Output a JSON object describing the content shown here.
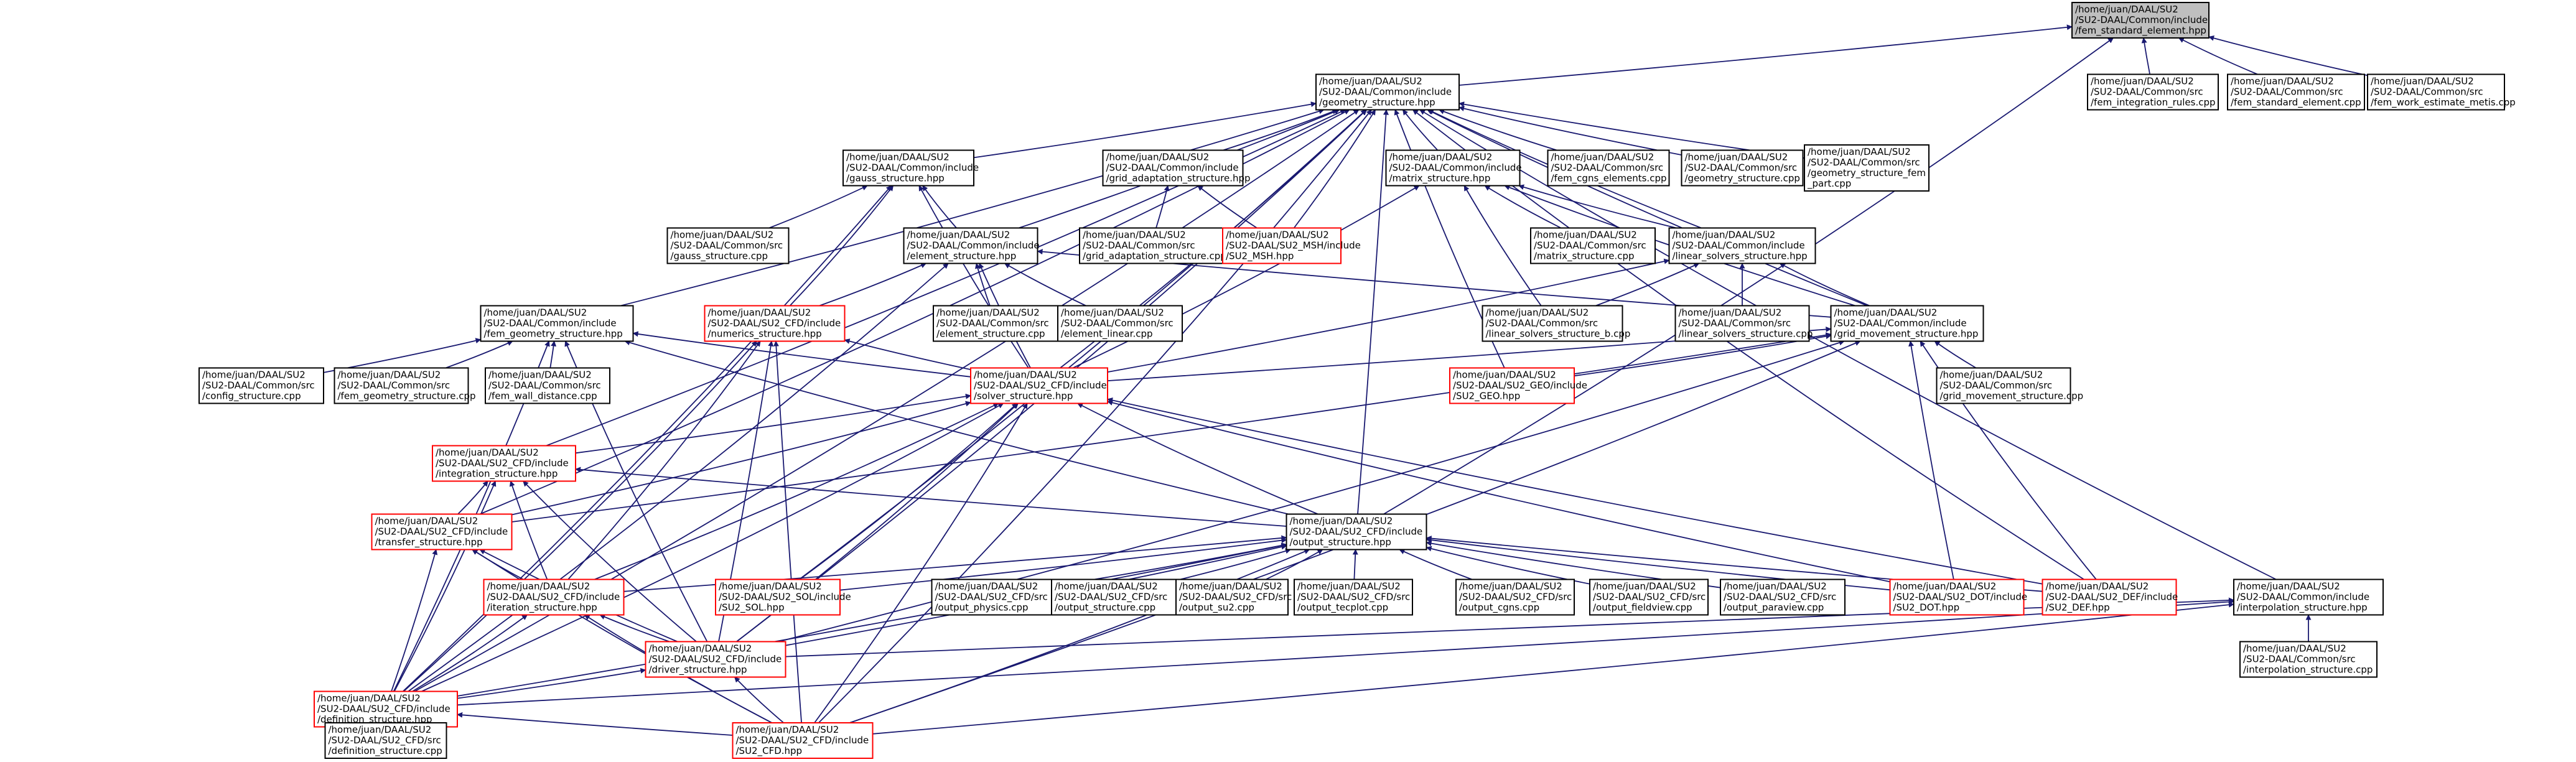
{
  "diagram": {
    "nodes": [
      {
        "id": "n0",
        "lines": [
          "/home/juan/DAAL/SU2",
          "/SU2-DAAL/Common/include",
          "/fem_standard_element.hpp"
        ],
        "root": true
      },
      {
        "id": "n1",
        "lines": [
          "/home/juan/DAAL/SU2",
          "/SU2-DAAL/Common/include",
          "/geometry_structure.hpp"
        ]
      },
      {
        "id": "n2",
        "lines": [
          "/home/juan/DAAL/SU2",
          "/SU2-DAAL/Common/src",
          "/fem_integration_rules.cpp"
        ]
      },
      {
        "id": "n3",
        "lines": [
          "/home/juan/DAAL/SU2",
          "/SU2-DAAL/Common/src",
          "/fem_standard_element.cpp"
        ]
      },
      {
        "id": "n4",
        "lines": [
          "/home/juan/DAAL/SU2",
          "/SU2-DAAL/Common/src",
          "/fem_work_estimate_metis.cpp"
        ]
      },
      {
        "id": "n5",
        "lines": [
          "/home/juan/DAAL/SU2",
          "/SU2-DAAL/Common/include",
          "/gauss_structure.hpp"
        ]
      },
      {
        "id": "n6",
        "lines": [
          "/home/juan/DAAL/SU2",
          "/SU2-DAAL/Common/include",
          "/grid_adaptation_structure.hpp"
        ]
      },
      {
        "id": "n7",
        "lines": [
          "/home/juan/DAAL/SU2",
          "/SU2-DAAL/Common/include",
          "/matrix_structure.hpp"
        ]
      },
      {
        "id": "n8",
        "lines": [
          "/home/juan/DAAL/SU2",
          "/SU2-DAAL/Common/src",
          "/fem_cgns_elements.cpp"
        ]
      },
      {
        "id": "n9",
        "lines": [
          "/home/juan/DAAL/SU2",
          "/SU2-DAAL/Common/src",
          "/geometry_structure.cpp"
        ]
      },
      {
        "id": "n10",
        "lines": [
          "/home/juan/DAAL/SU2",
          "/SU2-DAAL/Common/src",
          "/geometry_structure_fem",
          "_part.cpp"
        ]
      },
      {
        "id": "n11",
        "lines": [
          "/home/juan/DAAL/SU2",
          "/SU2-DAAL/Common/src",
          "/gauss_structure.cpp"
        ]
      },
      {
        "id": "n12",
        "lines": [
          "/home/juan/DAAL/SU2",
          "/SU2-DAAL/Common/include",
          "/element_structure.hpp"
        ]
      },
      {
        "id": "n13",
        "lines": [
          "/home/juan/DAAL/SU2",
          "/SU2-DAAL/Common/src",
          "/grid_adaptation_structure.cpp"
        ]
      },
      {
        "id": "n14",
        "lines": [
          "/home/juan/DAAL/SU2",
          "/SU2-DAAL/SU2_MSH/include",
          "/SU2_MSH.hpp"
        ],
        "red": true
      },
      {
        "id": "n15",
        "lines": [
          "/home/juan/DAAL/SU2",
          "/SU2-DAAL/Common/src",
          "/matrix_structure.cpp"
        ]
      },
      {
        "id": "n16",
        "lines": [
          "/home/juan/DAAL/SU2",
          "/SU2-DAAL/Common/include",
          "/linear_solvers_structure.hpp"
        ]
      },
      {
        "id": "n17",
        "lines": [
          "/home/juan/DAAL/SU2",
          "/SU2-DAAL/Common/include",
          "/fem_geometry_structure.hpp"
        ]
      },
      {
        "id": "n18",
        "lines": [
          "/home/juan/DAAL/SU2",
          "/SU2-DAAL/SU2_CFD/include",
          "/numerics_structure.hpp"
        ],
        "red": true
      },
      {
        "id": "n19",
        "lines": [
          "/home/juan/DAAL/SU2",
          "/SU2-DAAL/Common/src",
          "/element_structure.cpp"
        ]
      },
      {
        "id": "n20",
        "lines": [
          "/home/juan/DAAL/SU2",
          "/SU2-DAAL/Common/src",
          "/element_linear.cpp"
        ]
      },
      {
        "id": "n21",
        "lines": [
          "/home/juan/DAAL/SU2",
          "/SU2-DAAL/Common/src",
          "/linear_solvers_structure_b.cpp"
        ]
      },
      {
        "id": "n22",
        "lines": [
          "/home/juan/DAAL/SU2",
          "/SU2-DAAL/Common/src",
          "/linear_solvers_structure.cpp"
        ]
      },
      {
        "id": "n23",
        "lines": [
          "/home/juan/DAAL/SU2",
          "/SU2-DAAL/Common/include",
          "/grid_movement_structure.hpp"
        ]
      },
      {
        "id": "n24",
        "lines": [
          "/home/juan/DAAL/SU2",
          "/SU2-DAAL/Common/src",
          "/config_structure.cpp"
        ]
      },
      {
        "id": "n25",
        "lines": [
          "/home/juan/DAAL/SU2",
          "/SU2-DAAL/Common/src",
          "/fem_geometry_structure.cpp"
        ]
      },
      {
        "id": "n26",
        "lines": [
          "/home/juan/DAAL/SU2",
          "/SU2-DAAL/Common/src",
          "/fem_wall_distance.cpp"
        ]
      },
      {
        "id": "n27",
        "lines": [
          "/home/juan/DAAL/SU2",
          "/SU2-DAAL/SU2_CFD/include",
          "/solver_structure.hpp"
        ],
        "red": true
      },
      {
        "id": "n28",
        "lines": [
          "/home/juan/DAAL/SU2",
          "/SU2-DAAL/SU2_GEO/include",
          "/SU2_GEO.hpp"
        ],
        "red": true
      },
      {
        "id": "n29",
        "lines": [
          "/home/juan/DAAL/SU2",
          "/SU2-DAAL/Common/src",
          "/grid_movement_structure.cpp"
        ]
      },
      {
        "id": "n30",
        "lines": [
          "/home/juan/DAAL/SU2",
          "/SU2-DAAL/SU2_CFD/include",
          "/integration_structure.hpp"
        ],
        "red": true
      },
      {
        "id": "n31",
        "lines": [
          "/home/juan/DAAL/SU2",
          "/SU2-DAAL/SU2_CFD/include",
          "/transfer_structure.hpp"
        ],
        "red": true
      },
      {
        "id": "n32",
        "lines": [
          "/home/juan/DAAL/SU2",
          "/SU2-DAAL/SU2_CFD/include",
          "/output_structure.hpp"
        ]
      },
      {
        "id": "n33",
        "lines": [
          "/home/juan/DAAL/SU2",
          "/SU2-DAAL/SU2_CFD/include",
          "/iteration_structure.hpp"
        ],
        "red": true
      },
      {
        "id": "n34",
        "lines": [
          "/home/juan/DAAL/SU2",
          "/SU2-DAAL/SU2_SOL/include",
          "/SU2_SOL.hpp"
        ],
        "red": true
      },
      {
        "id": "n35",
        "lines": [
          "/home/juan/DAAL/SU2",
          "/SU2-DAAL/SU2_CFD/src",
          "/output_physics.cpp"
        ]
      },
      {
        "id": "n36",
        "lines": [
          "/home/juan/DAAL/SU2",
          "/SU2-DAAL/SU2_CFD/src",
          "/output_structure.cpp"
        ]
      },
      {
        "id": "n37",
        "lines": [
          "/home/juan/DAAL/SU2",
          "/SU2-DAAL/SU2_CFD/src",
          "/output_su2.cpp"
        ]
      },
      {
        "id": "n38",
        "lines": [
          "/home/juan/DAAL/SU2",
          "/SU2-DAAL/SU2_CFD/src",
          "/output_tecplot.cpp"
        ]
      },
      {
        "id": "n39",
        "lines": [
          "/home/juan/DAAL/SU2",
          "/SU2-DAAL/SU2_CFD/src",
          "/output_cgns.cpp"
        ]
      },
      {
        "id": "n40",
        "lines": [
          "/home/juan/DAAL/SU2",
          "/SU2-DAAL/SU2_CFD/src",
          "/output_fieldview.cpp"
        ]
      },
      {
        "id": "n41",
        "lines": [
          "/home/juan/DAAL/SU2",
          "/SU2-DAAL/SU2_CFD/src",
          "/output_paraview.cpp"
        ]
      },
      {
        "id": "n42",
        "lines": [
          "/home/juan/DAAL/SU2",
          "/SU2-DAAL/SU2_DOT/include",
          "/SU2_DOT.hpp"
        ],
        "red": true
      },
      {
        "id": "n43",
        "lines": [
          "/home/juan/DAAL/SU2",
          "/SU2-DAAL/SU2_DEF/include",
          "/SU2_DEF.hpp"
        ],
        "red": true
      },
      {
        "id": "n44",
        "lines": [
          "/home/juan/DAAL/SU2",
          "/SU2-DAAL/Common/include",
          "/interpolation_structure.hpp"
        ]
      },
      {
        "id": "n45",
        "lines": [
          "/home/juan/DAAL/SU2",
          "/SU2-DAAL/SU2_CFD/include",
          "/driver_structure.hpp"
        ],
        "red": true
      },
      {
        "id": "n46",
        "lines": [
          "/home/juan/DAAL/SU2",
          "/SU2-DAAL/Common/src",
          "/interpolation_structure.cpp"
        ]
      },
      {
        "id": "n47",
        "lines": [
          "/home/juan/DAAL/SU2",
          "/SU2-DAAL/SU2_CFD/include",
          "/definition_structure.hpp"
        ],
        "red": true
      },
      {
        "id": "n48",
        "lines": [
          "/home/juan/DAAL/SU2",
          "/SU2-DAAL/SU2_CFD/src",
          "/definition_structure.cpp"
        ]
      },
      {
        "id": "n49",
        "lines": [
          "/home/juan/DAAL/SU2",
          "/SU2-DAAL/SU2_CFD/include",
          "/SU2_CFD.hpp"
        ],
        "red": true
      }
    ],
    "edges": [
      [
        "n1",
        "n0"
      ],
      [
        "n2",
        "n0"
      ],
      [
        "n3",
        "n0"
      ],
      [
        "n4",
        "n0"
      ],
      [
        "n32",
        "n0"
      ],
      [
        "n5",
        "n1"
      ],
      [
        "n6",
        "n1"
      ],
      [
        "n7",
        "n1"
      ],
      [
        "n8",
        "n1"
      ],
      [
        "n9",
        "n1"
      ],
      [
        "n10",
        "n1"
      ],
      [
        "n12",
        "n1"
      ],
      [
        "n14",
        "n1"
      ],
      [
        "n16",
        "n1"
      ],
      [
        "n17",
        "n1"
      ],
      [
        "n23",
        "n1"
      ],
      [
        "n27",
        "n1"
      ],
      [
        "n28",
        "n1"
      ],
      [
        "n32",
        "n1"
      ],
      [
        "n31",
        "n1"
      ],
      [
        "n30",
        "n1"
      ],
      [
        "n44",
        "n1"
      ],
      [
        "n43",
        "n1"
      ],
      [
        "n47",
        "n1"
      ],
      [
        "n49",
        "n1"
      ],
      [
        "n45",
        "n1"
      ],
      [
        "n34",
        "n1"
      ],
      [
        "n11",
        "n5"
      ],
      [
        "n12",
        "n5"
      ],
      [
        "n18",
        "n5"
      ],
      [
        "n27",
        "n5"
      ],
      [
        "n47",
        "n5"
      ],
      [
        "n13",
        "n6"
      ],
      [
        "n14",
        "n6"
      ],
      [
        "n15",
        "n7"
      ],
      [
        "n16",
        "n7"
      ],
      [
        "n21",
        "n7"
      ],
      [
        "n23",
        "n7"
      ],
      [
        "n27",
        "n7"
      ],
      [
        "n18",
        "n12"
      ],
      [
        "n19",
        "n12"
      ],
      [
        "n20",
        "n12"
      ],
      [
        "n23",
        "n12"
      ],
      [
        "n27",
        "n12"
      ],
      [
        "n47",
        "n12"
      ],
      [
        "n21",
        "n16"
      ],
      [
        "n22",
        "n16"
      ],
      [
        "n23",
        "n16"
      ],
      [
        "n27",
        "n16"
      ],
      [
        "n24",
        "n17"
      ],
      [
        "n25",
        "n17"
      ],
      [
        "n26",
        "n17"
      ],
      [
        "n27",
        "n17"
      ],
      [
        "n32",
        "n17"
      ],
      [
        "n47",
        "n17"
      ],
      [
        "n45",
        "n17"
      ],
      [
        "n27",
        "n18"
      ],
      [
        "n33",
        "n18"
      ],
      [
        "n45",
        "n18"
      ],
      [
        "n47",
        "n18"
      ],
      [
        "n49",
        "n18"
      ],
      [
        "n27",
        "n23"
      ],
      [
        "n28",
        "n23"
      ],
      [
        "n29",
        "n23"
      ],
      [
        "n31",
        "n23"
      ],
      [
        "n42",
        "n23"
      ],
      [
        "n43",
        "n23"
      ],
      [
        "n45",
        "n23"
      ],
      [
        "n49",
        "n23"
      ],
      [
        "n30",
        "n27"
      ],
      [
        "n31",
        "n27"
      ],
      [
        "n32",
        "n27"
      ],
      [
        "n33",
        "n27"
      ],
      [
        "n34",
        "n27"
      ],
      [
        "n42",
        "n27"
      ],
      [
        "n43",
        "n27"
      ],
      [
        "n45",
        "n27"
      ],
      [
        "n47",
        "n27"
      ],
      [
        "n49",
        "n27"
      ],
      [
        "n31",
        "n30"
      ],
      [
        "n32",
        "n30"
      ],
      [
        "n33",
        "n30"
      ],
      [
        "n45",
        "n30"
      ],
      [
        "n47",
        "n30"
      ],
      [
        "n33",
        "n31"
      ],
      [
        "n45",
        "n31"
      ],
      [
        "n47",
        "n31"
      ],
      [
        "n49",
        "n31"
      ],
      [
        "n33",
        "n32"
      ],
      [
        "n34",
        "n32"
      ],
      [
        "n35",
        "n32"
      ],
      [
        "n36",
        "n32"
      ],
      [
        "n37",
        "n32"
      ],
      [
        "n38",
        "n32"
      ],
      [
        "n39",
        "n32"
      ],
      [
        "n40",
        "n32"
      ],
      [
        "n41",
        "n32"
      ],
      [
        "n42",
        "n32"
      ],
      [
        "n43",
        "n32"
      ],
      [
        "n45",
        "n32"
      ],
      [
        "n47",
        "n32"
      ],
      [
        "n49",
        "n32"
      ],
      [
        "n45",
        "n33"
      ],
      [
        "n47",
        "n33"
      ],
      [
        "n49",
        "n33"
      ],
      [
        "n45",
        "n44"
      ],
      [
        "n46",
        "n44"
      ],
      [
        "n47",
        "n44"
      ],
      [
        "n49",
        "n44"
      ],
      [
        "n47",
        "n45"
      ],
      [
        "n49",
        "n45"
      ],
      [
        "n48",
        "n47"
      ],
      [
        "n49",
        "n47"
      ]
    ]
  }
}
